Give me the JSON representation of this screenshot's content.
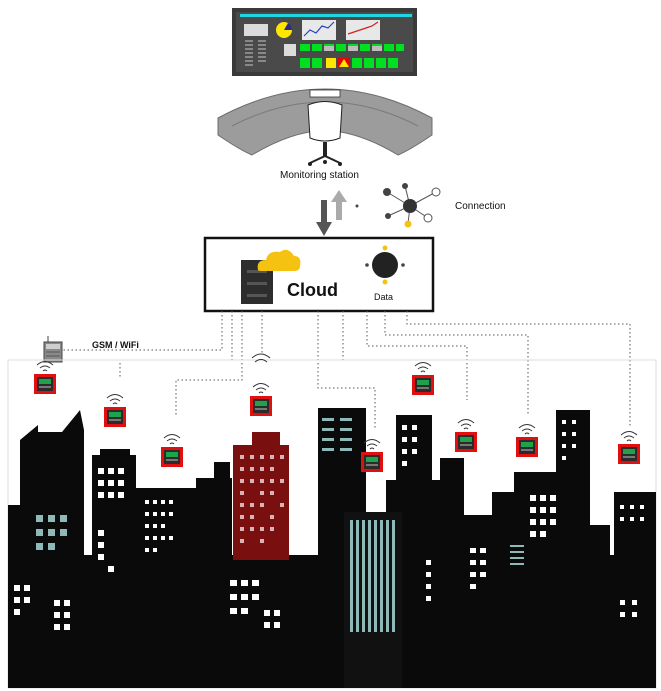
{
  "labels": {
    "monitoring_station": "Monitoring station",
    "connection": "Connection",
    "cloud": "Cloud",
    "data": "Data",
    "gsm_wifi": "GSM / WiFi"
  },
  "colors": {
    "panel_bg": "#3a3a3a",
    "panel_accent": "#1fd7e0",
    "status_green": "#00e020",
    "status_yellow": "#ffe600",
    "alarm_red": "#e60000",
    "cloud_yellow": "#f5c211",
    "desk_gray": "#9c9c9c",
    "sensor_red": "#e01010",
    "sensor_screen": "#1fa34a",
    "building_black": "#0a0a0a",
    "tower_red": "#7a0f0f",
    "window_white": "#ffffff",
    "window_teal": "#8fb8b8",
    "link_line": "#555555"
  },
  "icons": {
    "monitor_panel": "control-room-display-icon",
    "desk": "control-desk-icon",
    "chair": "office-chair-icon",
    "arrows": "bidirectional-arrows-icon",
    "network": "network-node-icon",
    "server": "server-rack-icon",
    "cloud": "cloud-icon",
    "data": "data-node-icon",
    "gateway": "gsm-gateway-icon",
    "sensor": "wireless-sensor-icon",
    "signal": "wifi-signal-icon"
  }
}
